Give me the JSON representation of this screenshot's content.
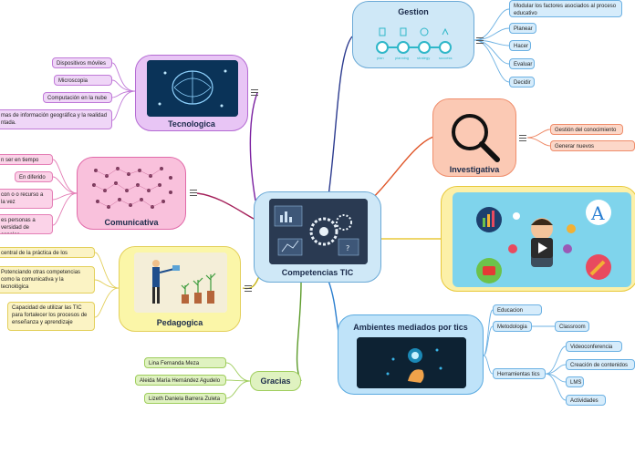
{
  "center": {
    "title": "Competencias TIC"
  },
  "gestion": {
    "title": "Gestion",
    "icon_labels": [
      "plan",
      "planning",
      "strategy",
      "success"
    ],
    "items": [
      "Modular los factores asociados al proceso educativo",
      "Planear",
      "Hacer",
      "Evaluar",
      "Decidir"
    ]
  },
  "investigativa": {
    "title": "Investigativa",
    "items": [
      "Gestión del conocimiento",
      "Generar nuevos conocimientos"
    ]
  },
  "media": {},
  "ambientes": {
    "title": "Ambientes mediados por tics",
    "items": [
      "Educacion virtual",
      "Metodologia",
      "Herramientas tics"
    ],
    "metodologia_items": [
      "Classroom"
    ],
    "herramientas_items": [
      "Videoconferencia",
      "Creación de contenidos",
      "LMS",
      "Actividades"
    ]
  },
  "tecnologica": {
    "title": "Tecnologica",
    "items": [
      "Dispositivos móviles",
      "Microscopia electrónica",
      "Computación en la nube",
      "mas de información geográfica y la realidad ntada."
    ]
  },
  "comunicativa": {
    "title": "Comunicativa",
    "items": [
      "n ser en tiempo real",
      "En diferido",
      "con o o recurso a la vez",
      "es personas a versidad de canales"
    ]
  },
  "pedagogica": {
    "title": "Pedagogica",
    "items": [
      "central de la práctica de los docentes",
      "Potenciando otras competencias como la comunicativa y la tecnológica",
      "Capacidad de utilizar las TIC para fortalecer los procesos de enseñanza y aprendizaje"
    ]
  },
  "gracias": {
    "title": "Gracias",
    "items": [
      "Lina Fernanda Meza Vásquez",
      "Aleida María Hernández Agudelo",
      "Lizeth Daniela Barrera Zuleta"
    ]
  }
}
